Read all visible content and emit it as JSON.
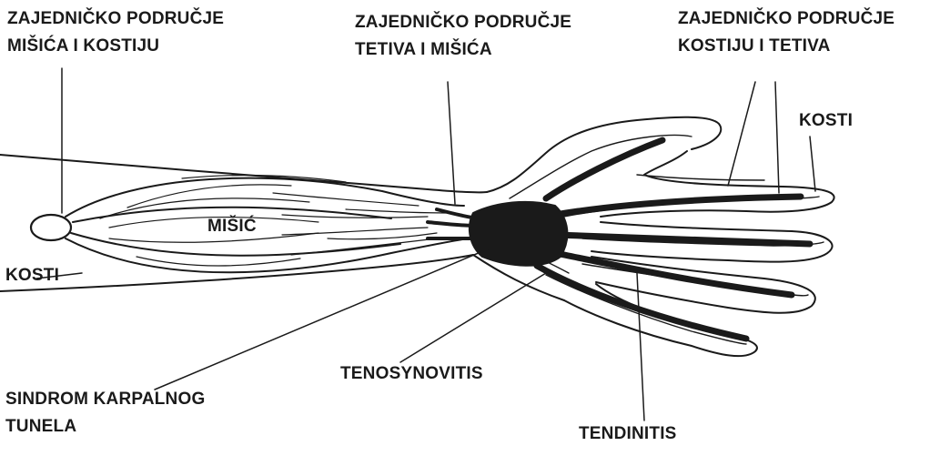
{
  "labels": {
    "muscle_bone_junction": {
      "line1": "ZAJEDNIČKO PODRUČJE",
      "line2": "MIŠIĆA I KOSTIJU"
    },
    "tendon_muscle_junction": {
      "line1": "ZAJEDNIČKO PODRUČJE",
      "line2": "TETIVA I MIŠIĆA"
    },
    "bone_tendon_junction": {
      "line1": "ZAJEDNIČKO PODRUČJE",
      "line2": "KOSTIJU I TETIVA"
    },
    "bones_right": "KOSTI",
    "muscle": "MIŠIĆ",
    "bones_left": "KOSTI",
    "carpal_tunnel": {
      "line1": "SINDROM KARPALNOG",
      "line2": "TUNELA"
    },
    "tenosynovitis": "TENOSYNOVITIS",
    "tendinitis": "TENDINITIS"
  },
  "colors": {
    "ink": "#1a1a1a",
    "background": "#ffffff"
  }
}
